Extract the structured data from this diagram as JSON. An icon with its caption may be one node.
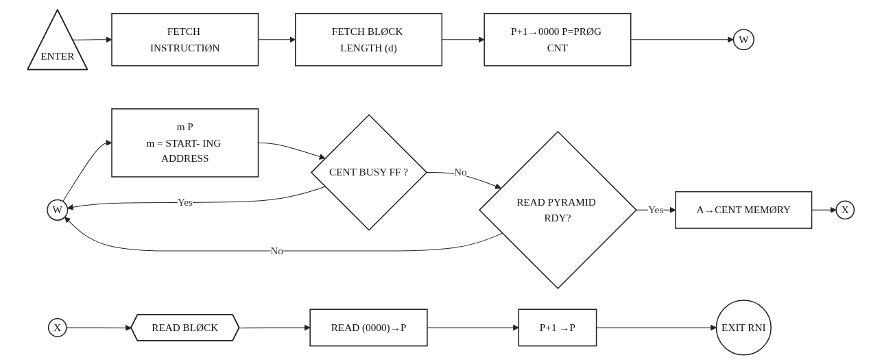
{
  "diagram": {
    "nodes": [
      {
        "text": [
          "ENTER"
        ]
      },
      {
        "text": [
          "FETCH INSTRUCTIØN"
        ]
      },
      {
        "text": [
          "FETCH BLØCK LENGTH (d)"
        ]
      },
      {
        "text": [
          "P+1→0000 P=PRØG CNT"
        ]
      },
      {
        "text": [
          "W"
        ]
      },
      {
        "text": [
          "W"
        ]
      },
      {
        "text": [
          "m P",
          "m = START- ING ADDRESS"
        ]
      },
      {
        "text": [
          "CENT BUSY FF ?"
        ]
      },
      {
        "text": [
          "READ PYRAMID RDY?"
        ]
      },
      {
        "text": [
          "A→CENT MEMØRY"
        ]
      },
      {
        "text": [
          "X"
        ]
      },
      {
        "text": [
          "X"
        ]
      },
      {
        "text": [
          "READ BLØCK"
        ]
      },
      {
        "text": [
          "READ (0000)→P"
        ]
      },
      {
        "text": [
          "P+1 →P"
        ]
      },
      {
        "text": [
          "EXIT RNI"
        ]
      }
    ],
    "edges": [
      {
        "from": 0,
        "to": 1,
        "arrow": "to"
      },
      {
        "from": 1,
        "to": 2,
        "arrow": "to"
      },
      {
        "from": 2,
        "to": 3,
        "arrow": "to"
      },
      {
        "from": 3,
        "to": 4,
        "arrow": "to"
      },
      {
        "from": 5,
        "to": 6,
        "arrow": "to"
      },
      {
        "from": 6,
        "to": 7,
        "arrow": "to"
      },
      {
        "from": 7,
        "to": 8,
        "arrow": "to",
        "label": "No"
      },
      {
        "from": 8,
        "to": 9,
        "arrow": "to",
        "label": "Yes"
      },
      {
        "from": 7,
        "to": 5,
        "arrow": "to",
        "label": "Yes"
      },
      {
        "from": 8,
        "to": 5,
        "arrow": "to",
        "label": "No"
      },
      {
        "from": 9,
        "to": 10,
        "arrow": "to"
      },
      {
        "from": 11,
        "to": 12,
        "arrow": "to"
      },
      {
        "from": 12,
        "to": 13,
        "arrow": "to"
      },
      {
        "from": 13,
        "to": 14,
        "arrow": "to"
      },
      {
        "from": 14,
        "to": 15,
        "arrow": "to"
      }
    ]
  }
}
